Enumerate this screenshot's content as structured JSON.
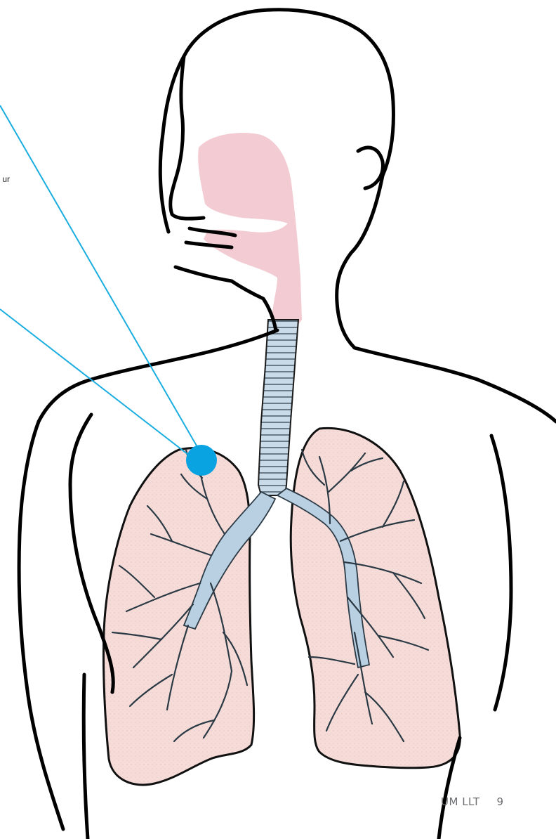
{
  "figure": {
    "clipped_label_fragment": "ur",
    "footer_brand": "UM LLT",
    "page_number": "9",
    "colors": {
      "outline": "#000000",
      "airway_pink": "#f3cbd2",
      "lung_pink": "#f6dcd8",
      "trachea_blue": "#c9dbe8",
      "bronchi_blue": "#b9d0e3",
      "leader_line": "#1aaee0",
      "marker": "#0aa3e2"
    },
    "icons": [
      "human-respiratory-system",
      "location-marker"
    ]
  }
}
